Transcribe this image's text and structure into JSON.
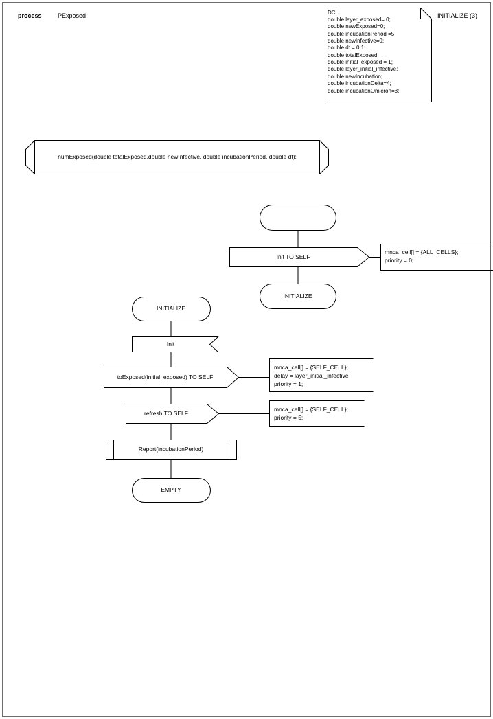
{
  "page": {
    "header": {
      "keyword": "process",
      "name": "PExposed"
    },
    "page_ref": "INITIALIZE (3)",
    "border_color": "#6b6b6b",
    "line_color": "#000000",
    "text_color": "#000000",
    "background": "#ffffff"
  },
  "declaration_block": {
    "title": "DCL",
    "lines": [
      "double layer_exposed= 0;",
      "double newExposed=0;",
      "double incubationPeriod =5;",
      "double newInfective=0;",
      "double dt = 0.1;",
      "double totalExposed;",
      "double initial_exposed = 1;",
      "double layer_initial_infective;",
      "double newIncubation;",
      "double incubationDelta=4;",
      "double incubationOmicron=3;"
    ]
  },
  "procedure_declaration": {
    "signature": "numExposed(double totalExposed,double newInfective, double incubationPeriod, double dt);"
  },
  "flow_top": {
    "start_state": {
      "label": ""
    },
    "output_signal": {
      "label": "Init TO SELF"
    },
    "comment": {
      "lines": [
        "mnca_cell[] = {ALL_CELLS};",
        "priority = 0;"
      ]
    },
    "next_state": {
      "label": "INITIALIZE"
    }
  },
  "flow_main": {
    "state_start": {
      "label": "INITIALIZE"
    },
    "input_signal": {
      "label": "Init"
    },
    "output_signal_1": {
      "label": "toExposed(initial_exposed) TO SELF"
    },
    "comment_1": {
      "lines": [
        "mnca_cell[] = {SELF_CELL};",
        "delay = layer_initial_infective;",
        "priority = 1;"
      ]
    },
    "output_signal_2": {
      "label": "refresh TO SELF"
    },
    "comment_2": {
      "lines": [
        "mnca_cell[] = {SELF_CELL};",
        "priority = 5;"
      ]
    },
    "procedure_call": {
      "label": "Report(incubationPeriod)"
    },
    "state_end": {
      "label": "EMPTY"
    }
  }
}
